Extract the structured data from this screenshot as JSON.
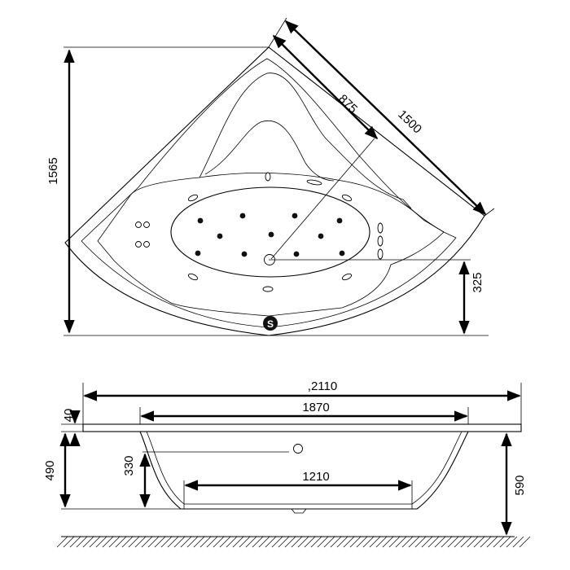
{
  "top_view": {
    "labels": {
      "height": "1565",
      "side": "1500",
      "seat": "875",
      "drain_offset": "325",
      "drain_marker": "S"
    }
  },
  "side_view": {
    "labels": {
      "total_length": ",2110",
      "rim_length": "1870",
      "rim_thickness": "40",
      "inner_depth": "490",
      "overflow_height": "330",
      "bottom_length": "1210",
      "total_height": "590"
    }
  }
}
